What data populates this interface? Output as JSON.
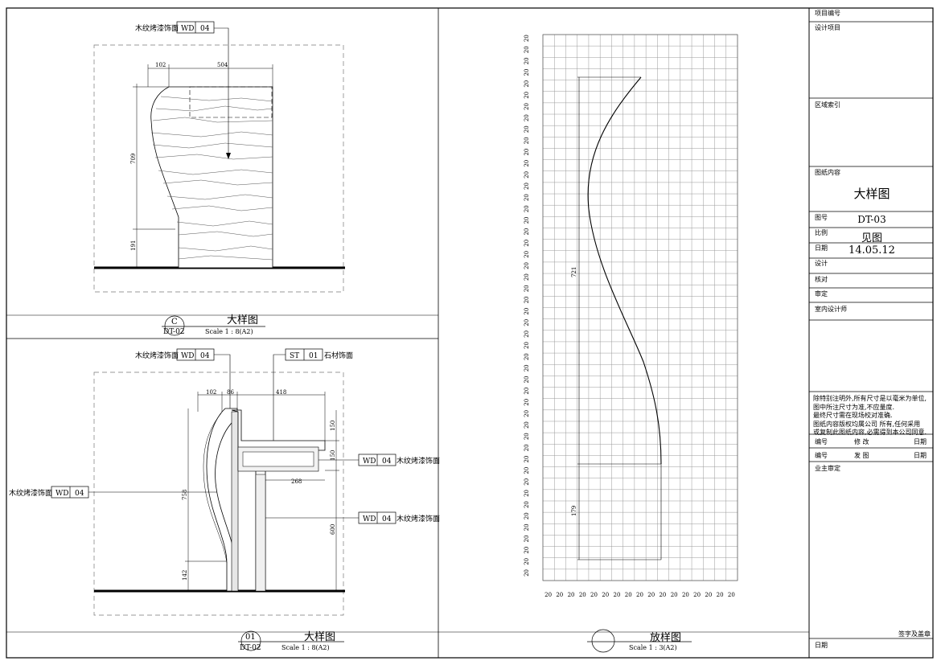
{
  "drawing_c": {
    "label_top": "木纹烤漆饰面",
    "code_top_a": "WD",
    "code_top_b": "04",
    "dim_top_left": "102",
    "dim_top_right": "504",
    "dim_side_upper": "709",
    "dim_side_lower": "191",
    "bubble_id": "C",
    "bubble_ref": "DT-02",
    "title": "大样图",
    "scale": "Scale 1 : 8(A2)"
  },
  "drawing_01": {
    "label_wd_top": "木纹烤漆饰面",
    "code_wd_top_a": "WD",
    "code_wd_top_b": "04",
    "code_st_a": "ST",
    "code_st_b": "01",
    "label_st": "石材饰面",
    "dim_102": "102",
    "dim_86": "86",
    "dim_418": "418",
    "dim_150a": "150",
    "dim_150b": "150",
    "dim_268": "268",
    "dim_758": "758",
    "dim_142": "142",
    "dim_600": "600",
    "label_right1": "木纹烤漆饰面",
    "code_right1_a": "WD",
    "code_right1_b": "04",
    "label_right2": "木纹烤漆饰面",
    "code_right2_a": "WD",
    "code_right2_b": "04",
    "label_left": "木纹烤漆饰面",
    "code_left_a": "WD",
    "code_left_b": "04",
    "bubble_id": "01",
    "bubble_ref": "DT-02",
    "title": "大样图",
    "scale": "Scale 1 : 8(A2)"
  },
  "grid_drawing": {
    "cell_label": "20",
    "dim_upper": "721",
    "dim_lower": "179",
    "title": "放样图",
    "scale": "Scale 1 : 3(A2)"
  },
  "title_block": {
    "project_no": "项目编号",
    "design_project": "设计项目",
    "area_index": "区域索引",
    "drawing_content": "图纸内容",
    "drawing_content_value": "大样图",
    "drawing_no_label": "图号",
    "drawing_no_value": "DT-03",
    "scale_label": "比例",
    "scale_value": "见图",
    "date_label": "日期",
    "date_value": "14.05.12",
    "design": "设计",
    "check": "核对",
    "review": "审定",
    "interior_designer": "室内设计师",
    "notes": "除特别注明外,所有尺寸是以毫米为单位,\n图中所注尺寸为准,不应量度.\n最终尺寸需在现场校对准确.\n图纸内容版权均属公司 所有,任何采用\n或复制此图纸内容,必需得到本公司同意.",
    "rev_no": "编号",
    "rev_modify": "修    改",
    "rev_date": "日期",
    "issue_no": "编号",
    "issue_issue": "发    图",
    "issue_date": "日期",
    "owner_approval": "业主审定",
    "sign_seal": "签字及盖章",
    "bottom_date": "日期"
  }
}
